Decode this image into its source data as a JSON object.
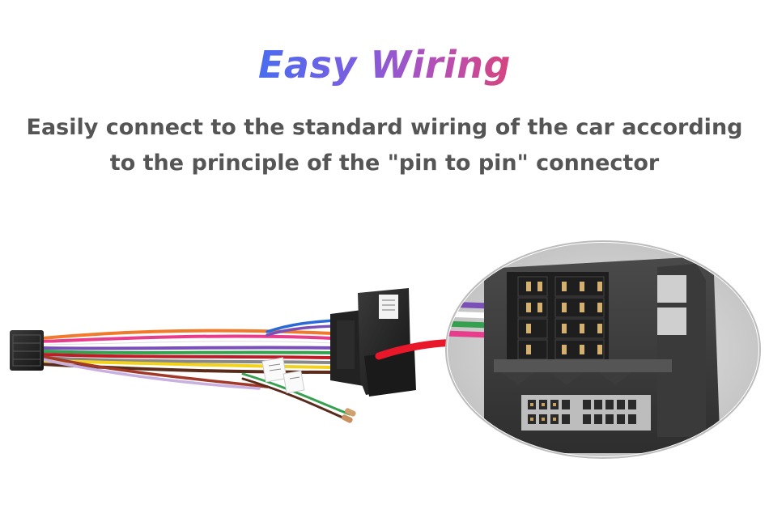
{
  "header": {
    "title": "Easy Wiring",
    "line1": "Easily connect to the standard wiring of the car according",
    "line2": "to the principle of the \"pin to pin\" connector"
  },
  "colors": {
    "title_gradient_start": "#4a6cf0",
    "title_gradient_end": "#d6457e",
    "subtitle": "#555555",
    "arrow": "#e8182a",
    "connector_body": "#2a2a2a"
  },
  "product": {
    "wire_colors": [
      "#f07a2a",
      "#e83c8c",
      "#7b4fb8",
      "#35a050",
      "#c01c28",
      "#f2d21a",
      "#ffffff",
      "#888888",
      "#5a2a1a",
      "#2a6ad8",
      "#c8b0e0"
    ],
    "icons": [
      "iso-connector-icon",
      "harness-plug-icon",
      "arrow-icon",
      "connector-closeup-icon"
    ]
  }
}
